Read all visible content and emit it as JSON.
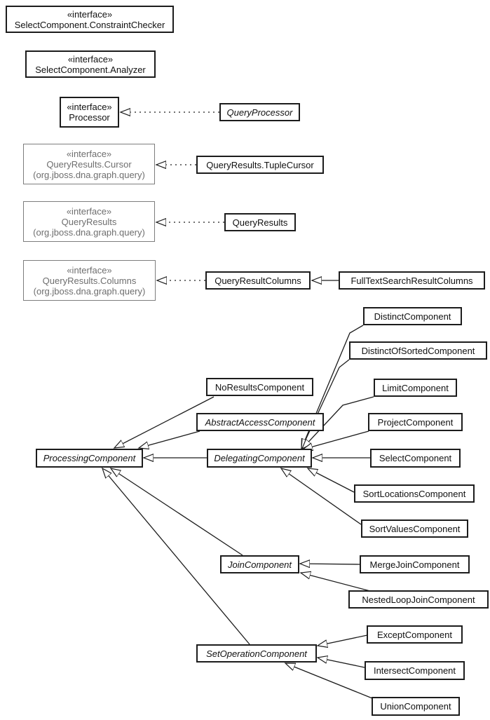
{
  "diagram": {
    "kind": "uml-class-diagram",
    "background_color": "#ffffff",
    "colors": {
      "class_border": "#1c1c1c",
      "class_text": "#111111",
      "external_interface_border": "#7d7d7d",
      "external_interface_text": "#6e6e6e",
      "edge": "#1c1c1c",
      "arrowhead_fill": "#ffffff"
    }
  },
  "nodes": {
    "constraint_checker": {
      "stereotype": "«interface»",
      "name": "SelectComponent.ConstraintChecker"
    },
    "analyzer": {
      "stereotype": "«interface»",
      "name": "SelectComponent.Analyzer"
    },
    "processor": {
      "stereotype": "«interface»",
      "name": "Processor"
    },
    "query_processor": {
      "name": "QueryProcessor"
    },
    "cursor_iface": {
      "stereotype": "«interface»",
      "name": "QueryResults.Cursor",
      "package": "(org.jboss.dna.graph.query)"
    },
    "tuple_cursor": {
      "name": "QueryResults.TupleCursor"
    },
    "queryresults_iface": {
      "stereotype": "«interface»",
      "name": "QueryResults",
      "package": "(org.jboss.dna.graph.query)"
    },
    "query_results": {
      "name": "QueryResults"
    },
    "columns_iface": {
      "stereotype": "«interface»",
      "name": "QueryResults.Columns",
      "package": "(org.jboss.dna.graph.query)"
    },
    "query_result_columns": {
      "name": "QueryResultColumns"
    },
    "full_text_search_result_columns": {
      "name": "FullTextSearchResultColumns"
    },
    "distinct_component": {
      "name": "DistinctComponent"
    },
    "distinct_of_sorted_component": {
      "name": "DistinctOfSortedComponent"
    },
    "no_results_component": {
      "name": "NoResultsComponent"
    },
    "abstract_access_component": {
      "name": "AbstractAccessComponent"
    },
    "limit_component": {
      "name": "LimitComponent"
    },
    "project_component": {
      "name": "ProjectComponent"
    },
    "processing_component": {
      "name": "ProcessingComponent"
    },
    "delegating_component": {
      "name": "DelegatingComponent"
    },
    "select_component": {
      "name": "SelectComponent"
    },
    "sort_locations_component": {
      "name": "SortLocationsComponent"
    },
    "sort_values_component": {
      "name": "SortValuesComponent"
    },
    "join_component": {
      "name": "JoinComponent"
    },
    "merge_join_component": {
      "name": "MergeJoinComponent"
    },
    "nested_loop_join_component": {
      "name": "NestedLoopJoinComponent"
    },
    "set_operation_component": {
      "name": "SetOperationComponent"
    },
    "except_component": {
      "name": "ExceptComponent"
    },
    "intersect_component": {
      "name": "IntersectComponent"
    },
    "union_component": {
      "name": "UnionComponent"
    }
  },
  "relationships": [
    {
      "from": "QueryProcessor",
      "to": "Processor",
      "type": "realization"
    },
    {
      "from": "QueryResults.TupleCursor",
      "to": "QueryResults.Cursor",
      "type": "realization"
    },
    {
      "from": "QueryResults",
      "to": "QueryResults (org.jboss.dna.graph.query)",
      "type": "realization"
    },
    {
      "from": "QueryResultColumns",
      "to": "QueryResults.Columns",
      "type": "realization"
    },
    {
      "from": "FullTextSearchResultColumns",
      "to": "QueryResultColumns",
      "type": "generalization"
    },
    {
      "from": "NoResultsComponent",
      "to": "ProcessingComponent",
      "type": "generalization"
    },
    {
      "from": "AbstractAccessComponent",
      "to": "ProcessingComponent",
      "type": "generalization"
    },
    {
      "from": "DelegatingComponent",
      "to": "ProcessingComponent",
      "type": "generalization"
    },
    {
      "from": "JoinComponent",
      "to": "ProcessingComponent",
      "type": "generalization"
    },
    {
      "from": "SetOperationComponent",
      "to": "ProcessingComponent",
      "type": "generalization"
    },
    {
      "from": "DistinctComponent",
      "to": "DelegatingComponent",
      "type": "generalization"
    },
    {
      "from": "DistinctOfSortedComponent",
      "to": "DelegatingComponent",
      "type": "generalization"
    },
    {
      "from": "LimitComponent",
      "to": "DelegatingComponent",
      "type": "generalization"
    },
    {
      "from": "ProjectComponent",
      "to": "DelegatingComponent",
      "type": "generalization"
    },
    {
      "from": "SelectComponent",
      "to": "DelegatingComponent",
      "type": "generalization"
    },
    {
      "from": "SortLocationsComponent",
      "to": "DelegatingComponent",
      "type": "generalization"
    },
    {
      "from": "SortValuesComponent",
      "to": "DelegatingComponent",
      "type": "generalization"
    },
    {
      "from": "MergeJoinComponent",
      "to": "JoinComponent",
      "type": "generalization"
    },
    {
      "from": "NestedLoopJoinComponent",
      "to": "JoinComponent",
      "type": "generalization"
    },
    {
      "from": "ExceptComponent",
      "to": "SetOperationComponent",
      "type": "generalization"
    },
    {
      "from": "IntersectComponent",
      "to": "SetOperationComponent",
      "type": "generalization"
    },
    {
      "from": "UnionComponent",
      "to": "SetOperationComponent",
      "type": "generalization"
    }
  ]
}
